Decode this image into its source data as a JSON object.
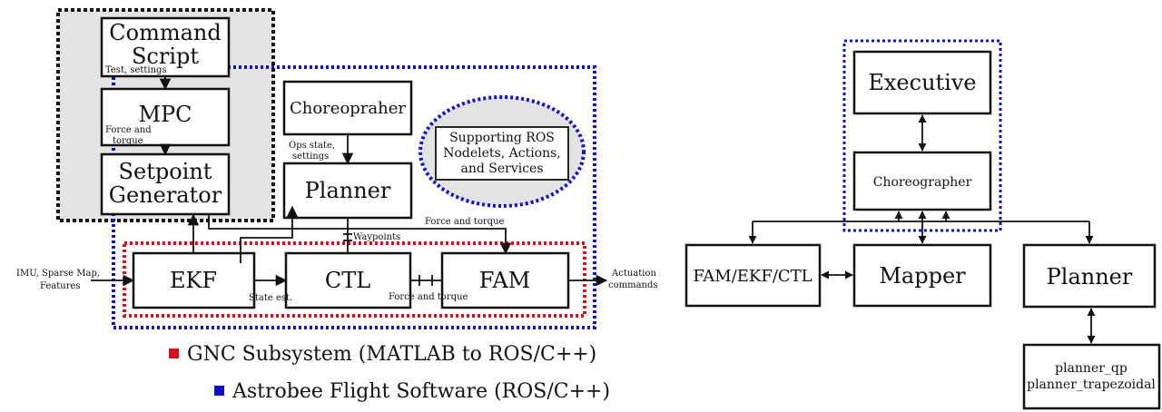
{
  "left": {
    "command_script": [
      "Command",
      "Script"
    ],
    "mpc": "MPC",
    "setpoint_generator": [
      "Setpoint",
      "Generator"
    ],
    "choreographer": "Choreopraher",
    "planner": "Planner",
    "supporting": [
      "Supporting ROS",
      "Nodelets, Actions,",
      "and Services"
    ],
    "ekf": "EKF",
    "ctl": "CTL",
    "fam": "FAM",
    "labels": {
      "test_settings": "Test, settings",
      "force_torque_mpc": [
        "Force and",
        "torque"
      ],
      "ops_state": [
        "Ops state,",
        "settings"
      ],
      "waypoints": "Waypoints",
      "force_torque_top": "Force and torque",
      "imu": [
        "IMU, Sparse Map,",
        "Features"
      ],
      "state_est": "State est.",
      "force_torque_ctl": "Force and torque",
      "actuation": [
        "Actuation",
        "commands"
      ]
    },
    "legend": [
      {
        "text": "GNC Subsystem (MATLAB to ROS/C++)",
        "color": "#d0101a"
      },
      {
        "text": "Astrobee Flight Software (ROS/C++)",
        "color": "#1010c8"
      }
    ]
  },
  "right": {
    "executive": "Executive",
    "choreographer": "Choreographer",
    "fam_ekf_ctl": "FAM/EKF/CTL",
    "mapper": "Mapper",
    "planner": "Planner",
    "planner_types": [
      "planner_qp",
      "planner_trapezoidal"
    ]
  },
  "colors": {
    "gnc": "#d0101a",
    "afs": "#1010c8",
    "external_bg": "#e3e3e3",
    "outline": "#111111"
  }
}
